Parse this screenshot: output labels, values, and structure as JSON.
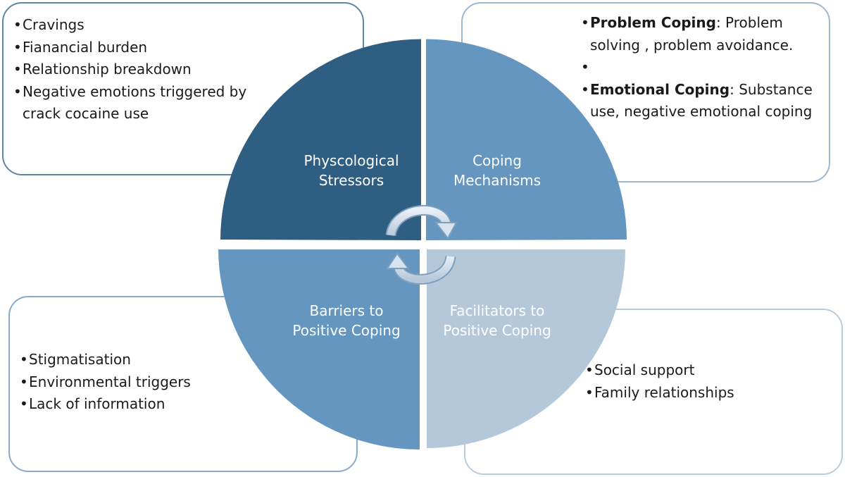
{
  "quadrants": {
    "stressors": "Physcological\nStressors",
    "coping": "Coping\nMechanisms",
    "barriers": "Barriers to\nPositive Coping",
    "facilitators": "Facilitators to\nPositive Coping"
  },
  "stressors_box": {
    "items": [
      "Cravings",
      "Fianancial burden",
      "Relationship breakdown",
      "Negative emotions triggered by crack cocaine use"
    ]
  },
  "coping_box": {
    "problem_label": "Problem Coping",
    "problem_text": ": Problem solving , problem avoidance.",
    "emotional_label": "Emotional Coping",
    "emotional_text": ": Substance use, negative emotional coping"
  },
  "barriers_box": {
    "items": [
      "Stigmatisation",
      "Environmental triggers",
      "Lack of information"
    ]
  },
  "facilitators_box": {
    "items": [
      "Social support",
      "Family relationships"
    ]
  },
  "colors": {
    "stressors": "#2e5f82",
    "coping": "#6496bf",
    "barriers": "#6496bf",
    "facilitators": "#b5c8d9",
    "arrow": "#c9d7e6"
  }
}
